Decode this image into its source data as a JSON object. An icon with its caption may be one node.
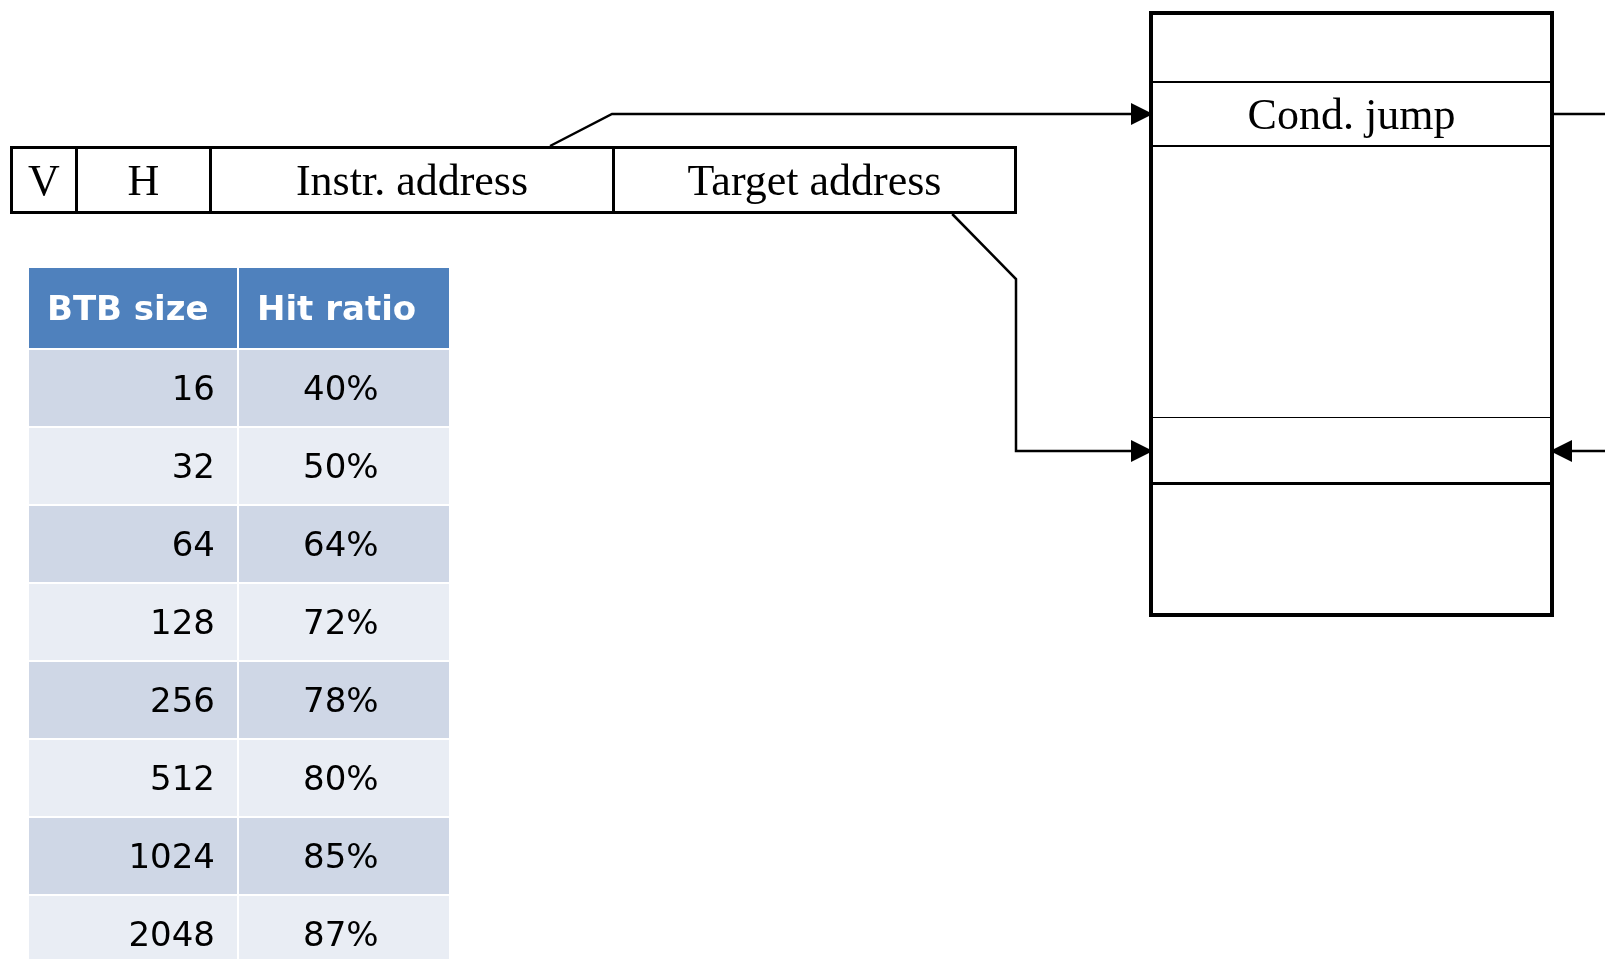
{
  "diagram": {
    "nodes": [
      {
        "text": [
          "V"
        ]
      },
      {
        "text": [
          "H"
        ]
      },
      {
        "text": [
          "Instr. address"
        ]
      },
      {
        "text": [
          "Target address"
        ]
      },
      {
        "text": [],
        "shape": "box"
      },
      {
        "text": [
          "Cond. jump"
        ],
        "in": 4
      },
      {
        "text": [],
        "shape": "box",
        "in": 4
      }
    ],
    "edges": [
      {
        "from": 2,
        "to": 5,
        "arrow": "to"
      },
      {
        "from": 3,
        "to": 6,
        "arrow": "to"
      },
      {
        "from": 5,
        "to": null,
        "arrow": "none"
      },
      {
        "from": null,
        "to": 6,
        "arrow": "to"
      }
    ],
    "labels": [
      "BTB size",
      "Hit ratio",
      "16",
      "40%",
      "32",
      "50%",
      "64",
      "64%",
      "128",
      "72%",
      "256",
      "78%",
      "512",
      "80%",
      "1024",
      "85%",
      "2048",
      "87%"
    ]
  }
}
